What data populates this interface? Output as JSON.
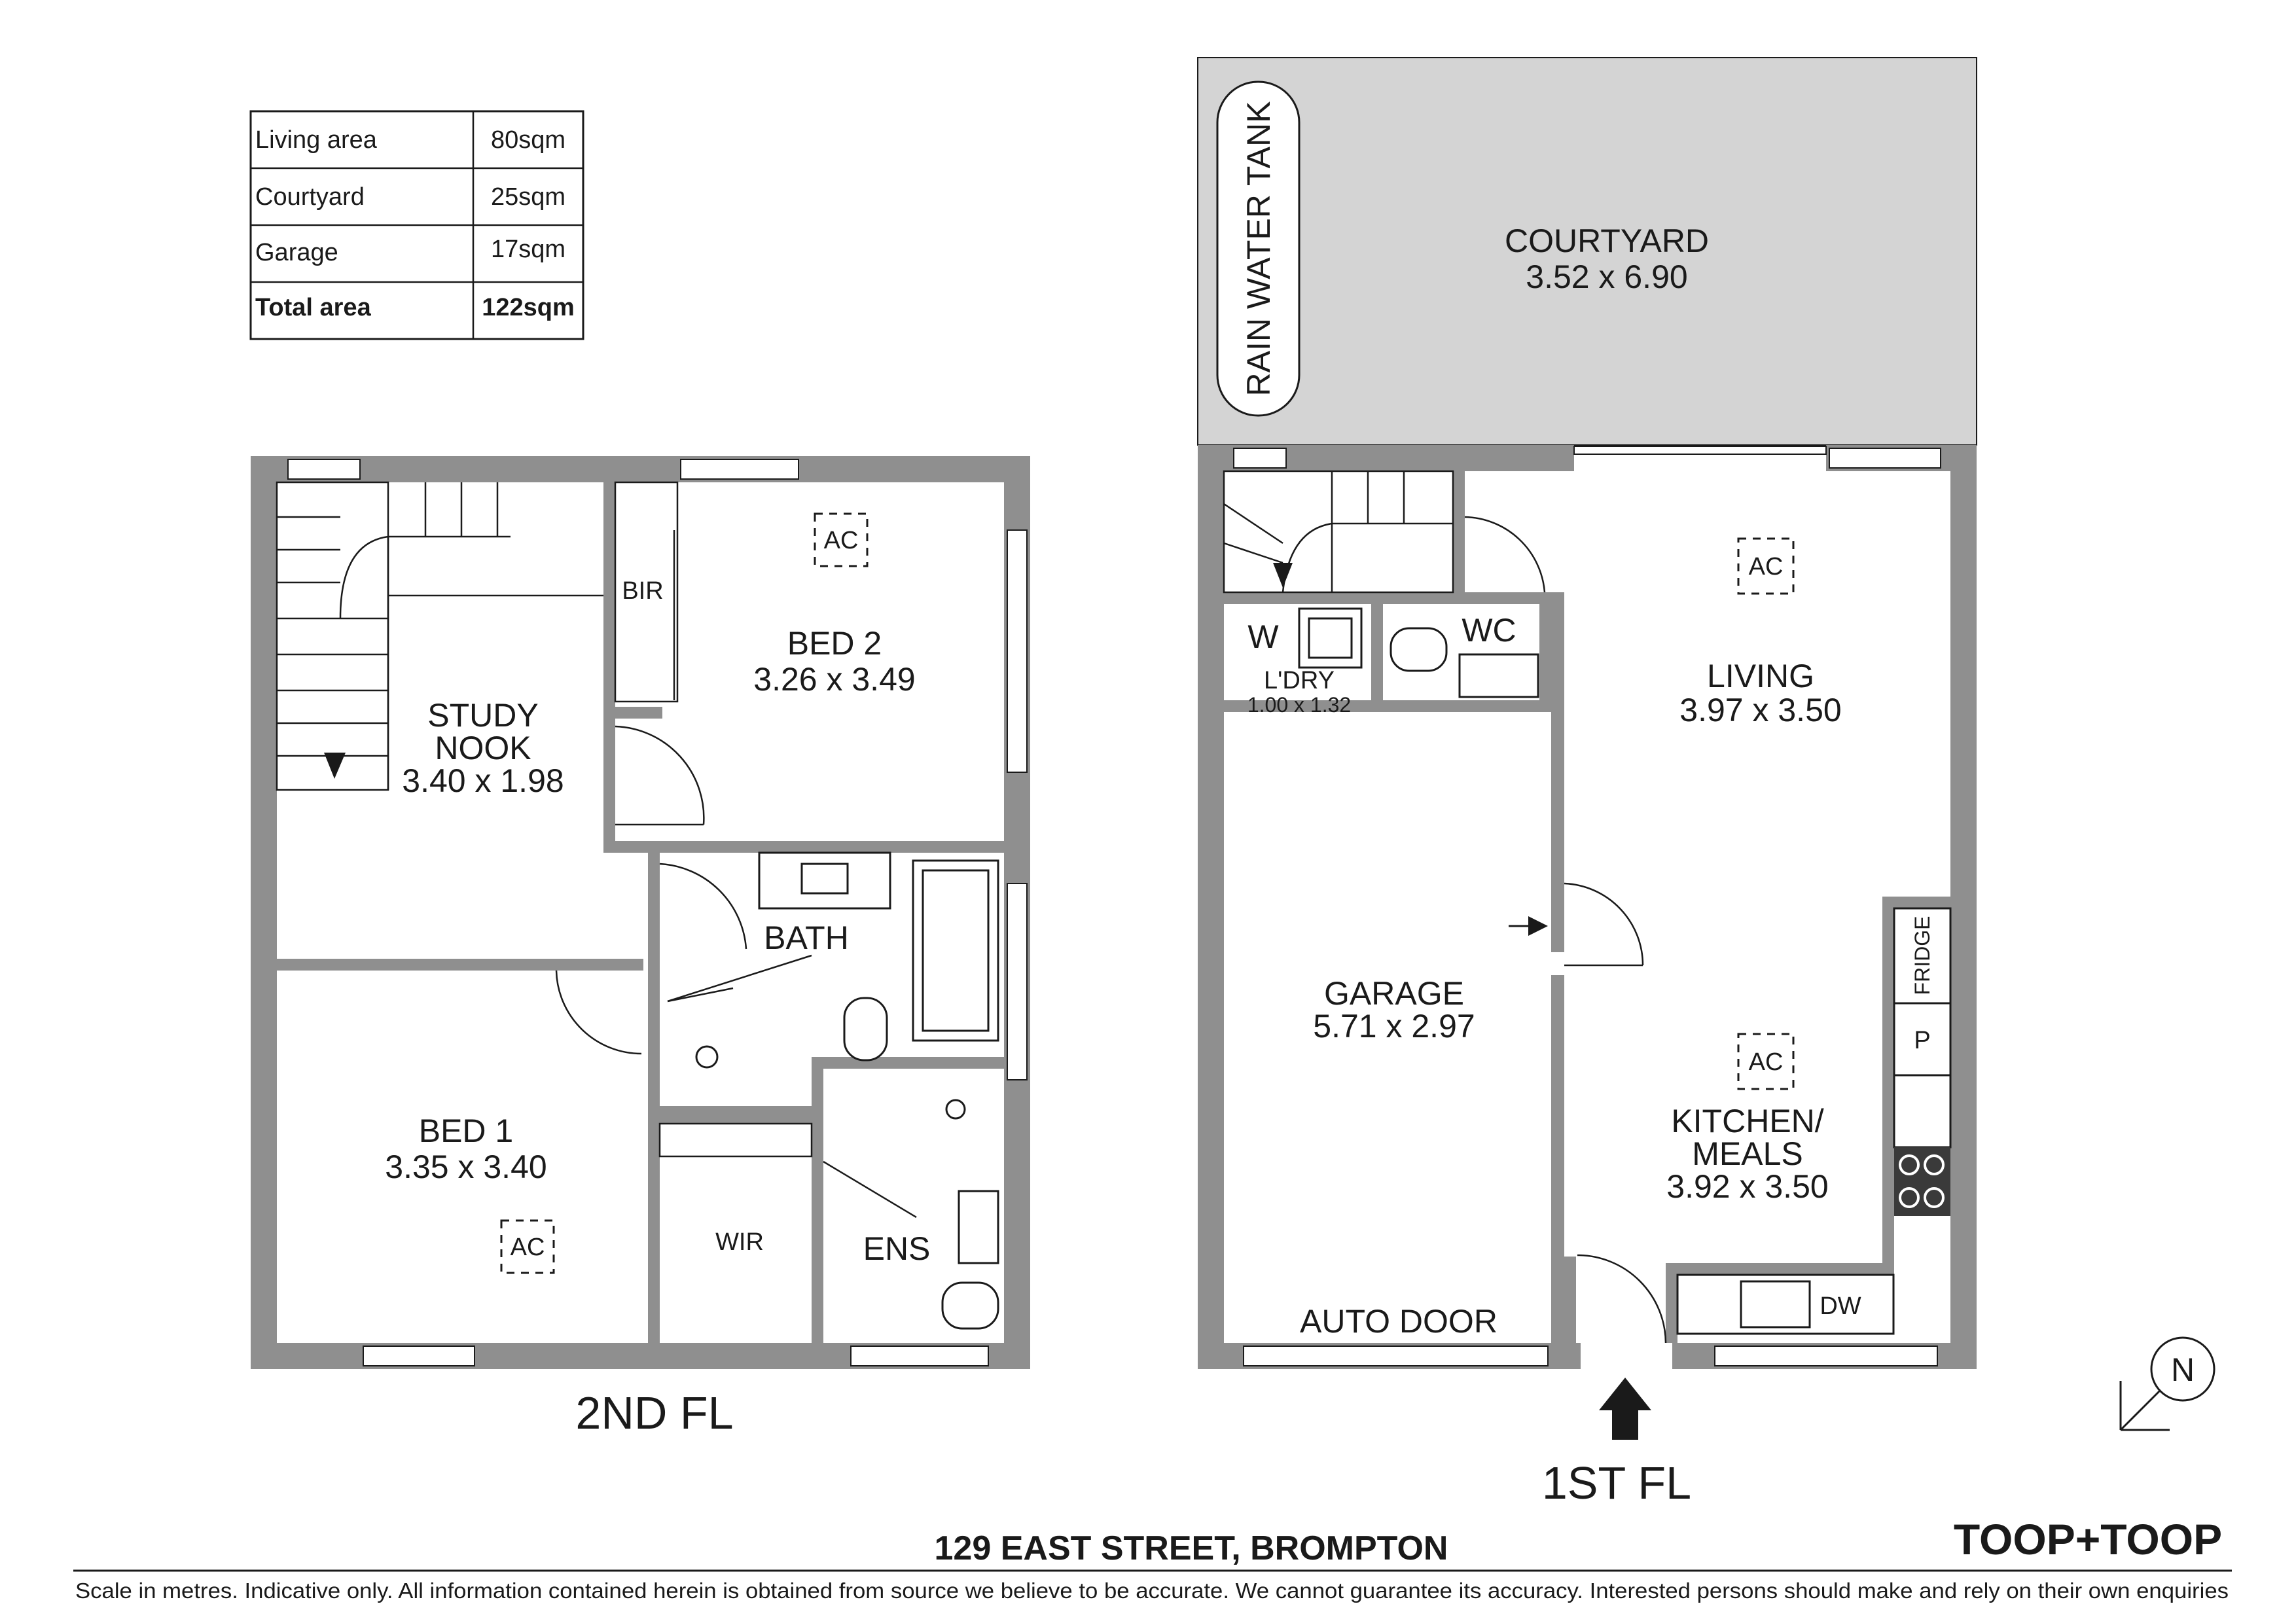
{
  "area_table": [
    {
      "label": "Living area",
      "value": "80sqm"
    },
    {
      "label": "Courtyard",
      "value": "25sqm"
    },
    {
      "label": "Garage",
      "value": "17sqm"
    },
    {
      "label": "Total area",
      "value": "122sqm"
    }
  ],
  "second_floor": {
    "label": "2ND FL",
    "rooms": {
      "study_l1": "STUDY",
      "study_l2": "NOOK",
      "study_dim": "3.40 x 1.98",
      "bed2": "BED 2",
      "bed2_dim": "3.26 x 3.49",
      "bir": "BIR",
      "bath": "BATH",
      "bed1": "BED 1",
      "bed1_dim": "3.35 x 3.40",
      "wir": "WIR",
      "ens": "ENS"
    }
  },
  "first_floor": {
    "label": "1ST FL",
    "rooms": {
      "courtyard": "COURTYARD",
      "courtyard_dim": "3.52 x 6.90",
      "tank": "RAIN WATER TANK",
      "living": "LIVING",
      "living_dim": "3.97 x 3.50",
      "w": "W",
      "wc": "WC",
      "ldry": "L'DRY",
      "ldry_dim": "1.00 x 1.32",
      "garage": "GARAGE",
      "garage_dim": "5.71 x 2.97",
      "auto_door": "AUTO DOOR",
      "kitchen_l1": "KITCHEN/",
      "kitchen_l2": "MEALS",
      "kitchen_dim": "3.92 x 3.50",
      "fridge": "FRIDGE",
      "pantry": "P",
      "dw": "DW"
    }
  },
  "ac_label": "AC",
  "north_label": "N",
  "address": "129 EAST STREET, BROMPTON",
  "brand": "TOOP+TOOP",
  "disclaimer": "Scale in metres. Indicative only. All information contained herein is obtained from source we believe to be accurate. We cannot guarantee its accuracy. Interested persons should make and rely on their own enquiries"
}
